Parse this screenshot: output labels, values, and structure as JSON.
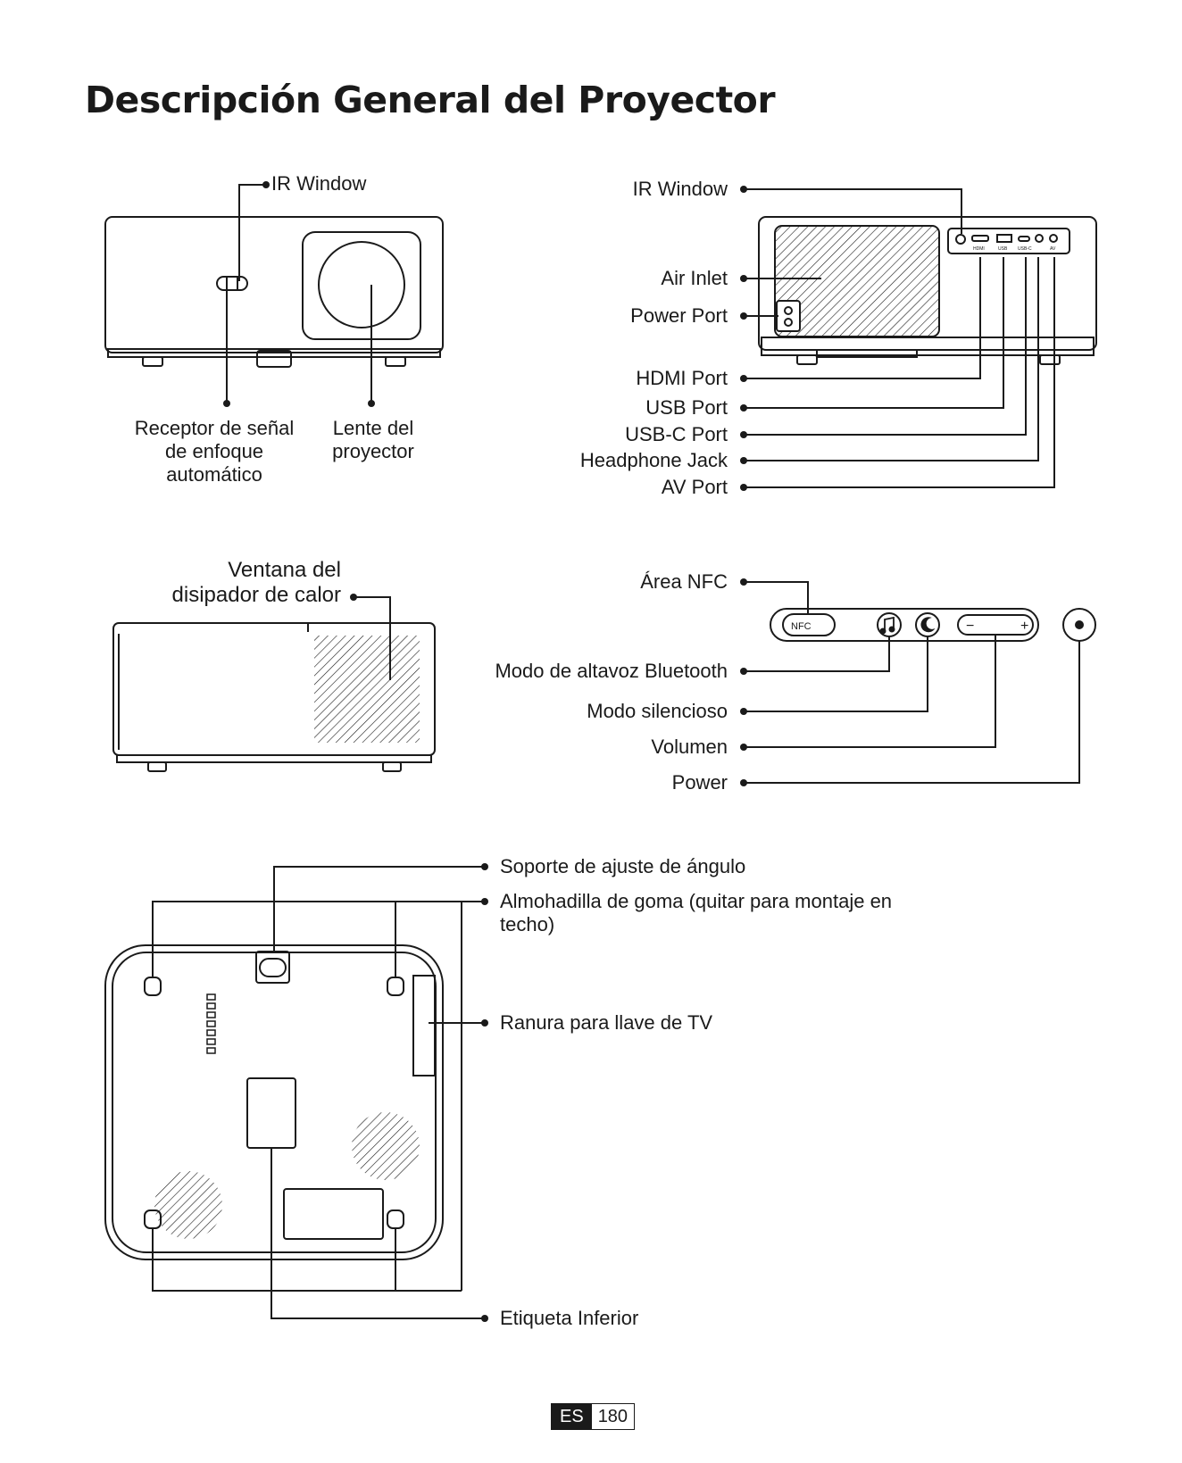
{
  "title": "Descripción General del Proyector",
  "front_view": {
    "ir_window": "IR Window",
    "focus_receiver": "Receptor de señal de enfoque automático",
    "lens": "Lente del proyector"
  },
  "rear_view": {
    "ir_window": "IR Window",
    "air_inlet": "Air Inlet",
    "power_port": "Power Port",
    "hdmi_port": "HDMI Port",
    "usb_port": "USB Port",
    "usbc_port": "USB-C Port",
    "headphone_jack": "Headphone Jack",
    "av_port": "AV Port",
    "port_marks": [
      "HDMI",
      "USB",
      "USB-C",
      "AV"
    ]
  },
  "side_view": {
    "heat_sink": "Ventana del disipador de calor"
  },
  "control_panel": {
    "nfc_area": "Área NFC",
    "nfc_badge": "NFC",
    "bluetooth_mode": "Modo de altavoz Bluetooth",
    "silent_mode": "Modo silencioso",
    "volume": "Volumen",
    "power": "Power",
    "minus": "−",
    "plus": "+"
  },
  "bottom_view": {
    "angle_support": "Soporte de ajuste de ángulo",
    "rubber_pad": "Almohadilla de goma (quitar para montaje en techo)",
    "tv_key_slot": "Ranura para llave de TV",
    "bottom_label": "Etiqueta Inferior"
  },
  "footer": {
    "lang": "ES",
    "page": "180"
  },
  "colors": {
    "ink": "#1a1a1a",
    "paper": "#ffffff"
  }
}
